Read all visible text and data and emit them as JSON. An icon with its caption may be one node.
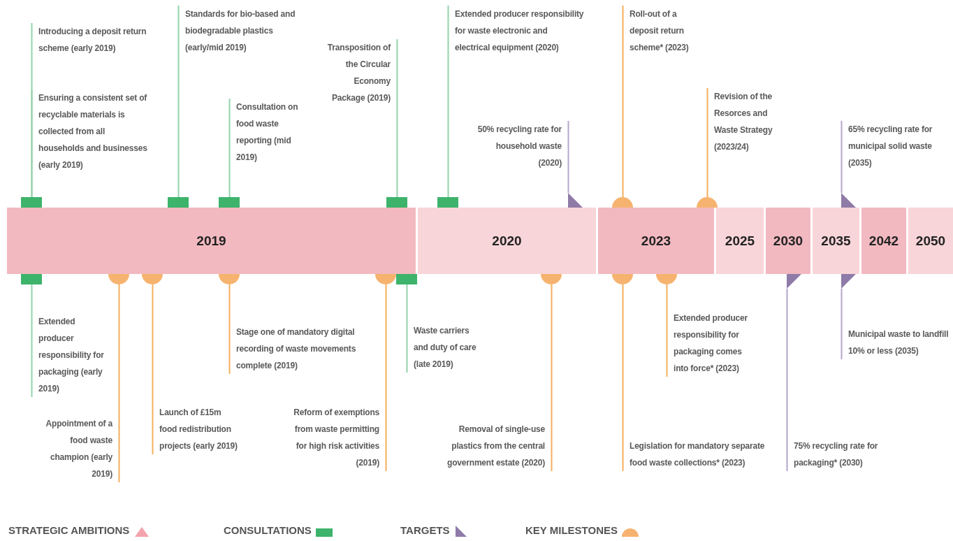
{
  "diagram": {
    "nodes": [
      {
        "text": [
          "Introducing a deposit return scheme (early 2019)"
        ]
      },
      {
        "text": [
          "Ensuring a consistent set of recyclable materials is collected from all households and businesses (early 2019)"
        ]
      },
      {
        "text": [
          "Standards for bio-based and biodegradable plastics (early/mid 2019)"
        ]
      },
      {
        "text": [
          "Consultation on food waste reporting (mid 2019)"
        ]
      },
      {
        "text": [
          "Transposition of the Circular Economy Package (2019)"
        ]
      },
      {
        "text": [
          "Extended producer responsibility for waste electronic and electrical equipment (2020)"
        ]
      },
      {
        "text": [
          "50% recycling rate for household waste (2020)"
        ]
      },
      {
        "text": [
          "Roll-out of a deposit return scheme* (2023)"
        ]
      },
      {
        "text": [
          "Revision of the Resorces and Waste Strategy (2023/24)"
        ]
      },
      {
        "text": [
          "65% recycling rate for municipal solid waste (2035)"
        ]
      },
      {
        "text": [],
        "shape": "box"
      },
      {
        "text": [],
        "shape": "box"
      },
      {
        "text": [],
        "shape": "box"
      },
      {
        "text": [],
        "shape": "box"
      },
      {
        "text": [],
        "shape": "box"
      },
      {
        "text": [],
        "shape": "triangle"
      },
      {
        "text": [],
        "shape": "circle"
      },
      {
        "text": [],
        "shape": "circle"
      },
      {
        "text": [],
        "shape": "triangle"
      },
      {
        "text": [
          "2019"
        ]
      },
      {
        "text": [
          "2020"
        ]
      },
      {
        "text": [
          "2023"
        ]
      },
      {
        "text": [
          "2025"
        ]
      },
      {
        "text": [
          "2030"
        ]
      },
      {
        "text": [
          "2035"
        ]
      },
      {
        "text": [
          "2042"
        ]
      },
      {
        "text": [
          "2050"
        ]
      },
      {
        "text": [],
        "shape": "box"
      },
      {
        "text": [],
        "shape": "circle"
      },
      {
        "text": [],
        "shape": "circle"
      },
      {
        "text": [],
        "shape": "circle"
      },
      {
        "text": [],
        "shape": "circle"
      },
      {
        "text": [],
        "shape": "box"
      },
      {
        "text": [],
        "shape": "circle"
      },
      {
        "text": [],
        "shape": "circle"
      },
      {
        "text": [],
        "shape": "circle"
      },
      {
        "text": [],
        "shape": "triangle"
      },
      {
        "text": [],
        "shape": "triangle"
      },
      {
        "text": [
          "Extended producer responsibility for packaging (early 2019)"
        ]
      },
      {
        "text": [
          "Appointment of a food waste champion (early 2019)"
        ]
      },
      {
        "text": [
          "Launch of £15m food redistribution projects (early 2019)"
        ]
      },
      {
        "text": [
          "Stage one of mandatory digital recording of waste movements complete (2019)"
        ]
      },
      {
        "text": [
          "Reform of exemptions from waste permitting for high risk activities (2019)"
        ]
      },
      {
        "text": [
          "Waste carriers and duty of care (late 2019)"
        ]
      },
      {
        "text": [
          "Removal of single-use plastics from the central government estate (2020)"
        ]
      },
      {
        "text": [
          "Legislation for mandatory separate food waste collections* (2023)"
        ]
      },
      {
        "text": [
          "Extended producer responsibility for packaging comes into force* (2023)"
        ]
      },
      {
        "text": [
          "75% recycling rate for packaging* (2030)"
        ]
      },
      {
        "text": [
          "Municipal waste to landfill 10% or less (2035)"
        ]
      }
    ],
    "edges": [
      {
        "from": 0,
        "to": 10,
        "arrow": "none",
        "color": "#93d3ab"
      },
      {
        "from": 1,
        "to": 10,
        "arrow": "none",
        "color": "#93d3ab"
      },
      {
        "from": 2,
        "to": 11,
        "arrow": "none",
        "color": "#93d3ab"
      },
      {
        "from": 3,
        "to": 12,
        "arrow": "none",
        "color": "#93d3ab"
      },
      {
        "from": 4,
        "to": 13,
        "arrow": "none",
        "color": "#93d3ab"
      },
      {
        "from": 5,
        "to": 14,
        "arrow": "none",
        "color": "#93d3ab"
      },
      {
        "from": 6,
        "to": 15,
        "arrow": "none",
        "color": "#b3a6c8"
      },
      {
        "from": 7,
        "to": 16,
        "arrow": "none"
      },
      {
        "from": 8,
        "to": 17,
        "arrow": "none"
      },
      {
        "from": 9,
        "to": 18,
        "arrow": "none",
        "color": "#b3a6c8"
      },
      {
        "from": 38,
        "to": 27,
        "arrow": "none",
        "color": "#93d3ab"
      },
      {
        "from": 39,
        "to": 28,
        "arrow": "none"
      },
      {
        "from": 40,
        "to": 29,
        "arrow": "none"
      },
      {
        "from": 41,
        "to": 30,
        "arrow": "none"
      },
      {
        "from": 42,
        "to": 31,
        "arrow": "none"
      },
      {
        "from": 43,
        "to": 32,
        "arrow": "none",
        "color": "#93d3ab"
      },
      {
        "from": 44,
        "to": 33,
        "arrow": "none"
      },
      {
        "from": 45,
        "to": 34,
        "arrow": "none"
      },
      {
        "from": 46,
        "to": 35,
        "arrow": "none"
      },
      {
        "from": 47,
        "to": 36,
        "arrow": "none",
        "color": "#b3a6c8"
      },
      {
        "from": 48,
        "to": 37,
        "arrow": "none",
        "color": "#b3a6c8"
      }
    ],
    "legend": [
      {
        "text": "STRATEGIC AMBITIONS"
      },
      {
        "text": "CONSULTATIONS"
      },
      {
        "text": "TARGETS"
      },
      {
        "text": "KEY MILESTONES"
      }
    ]
  }
}
